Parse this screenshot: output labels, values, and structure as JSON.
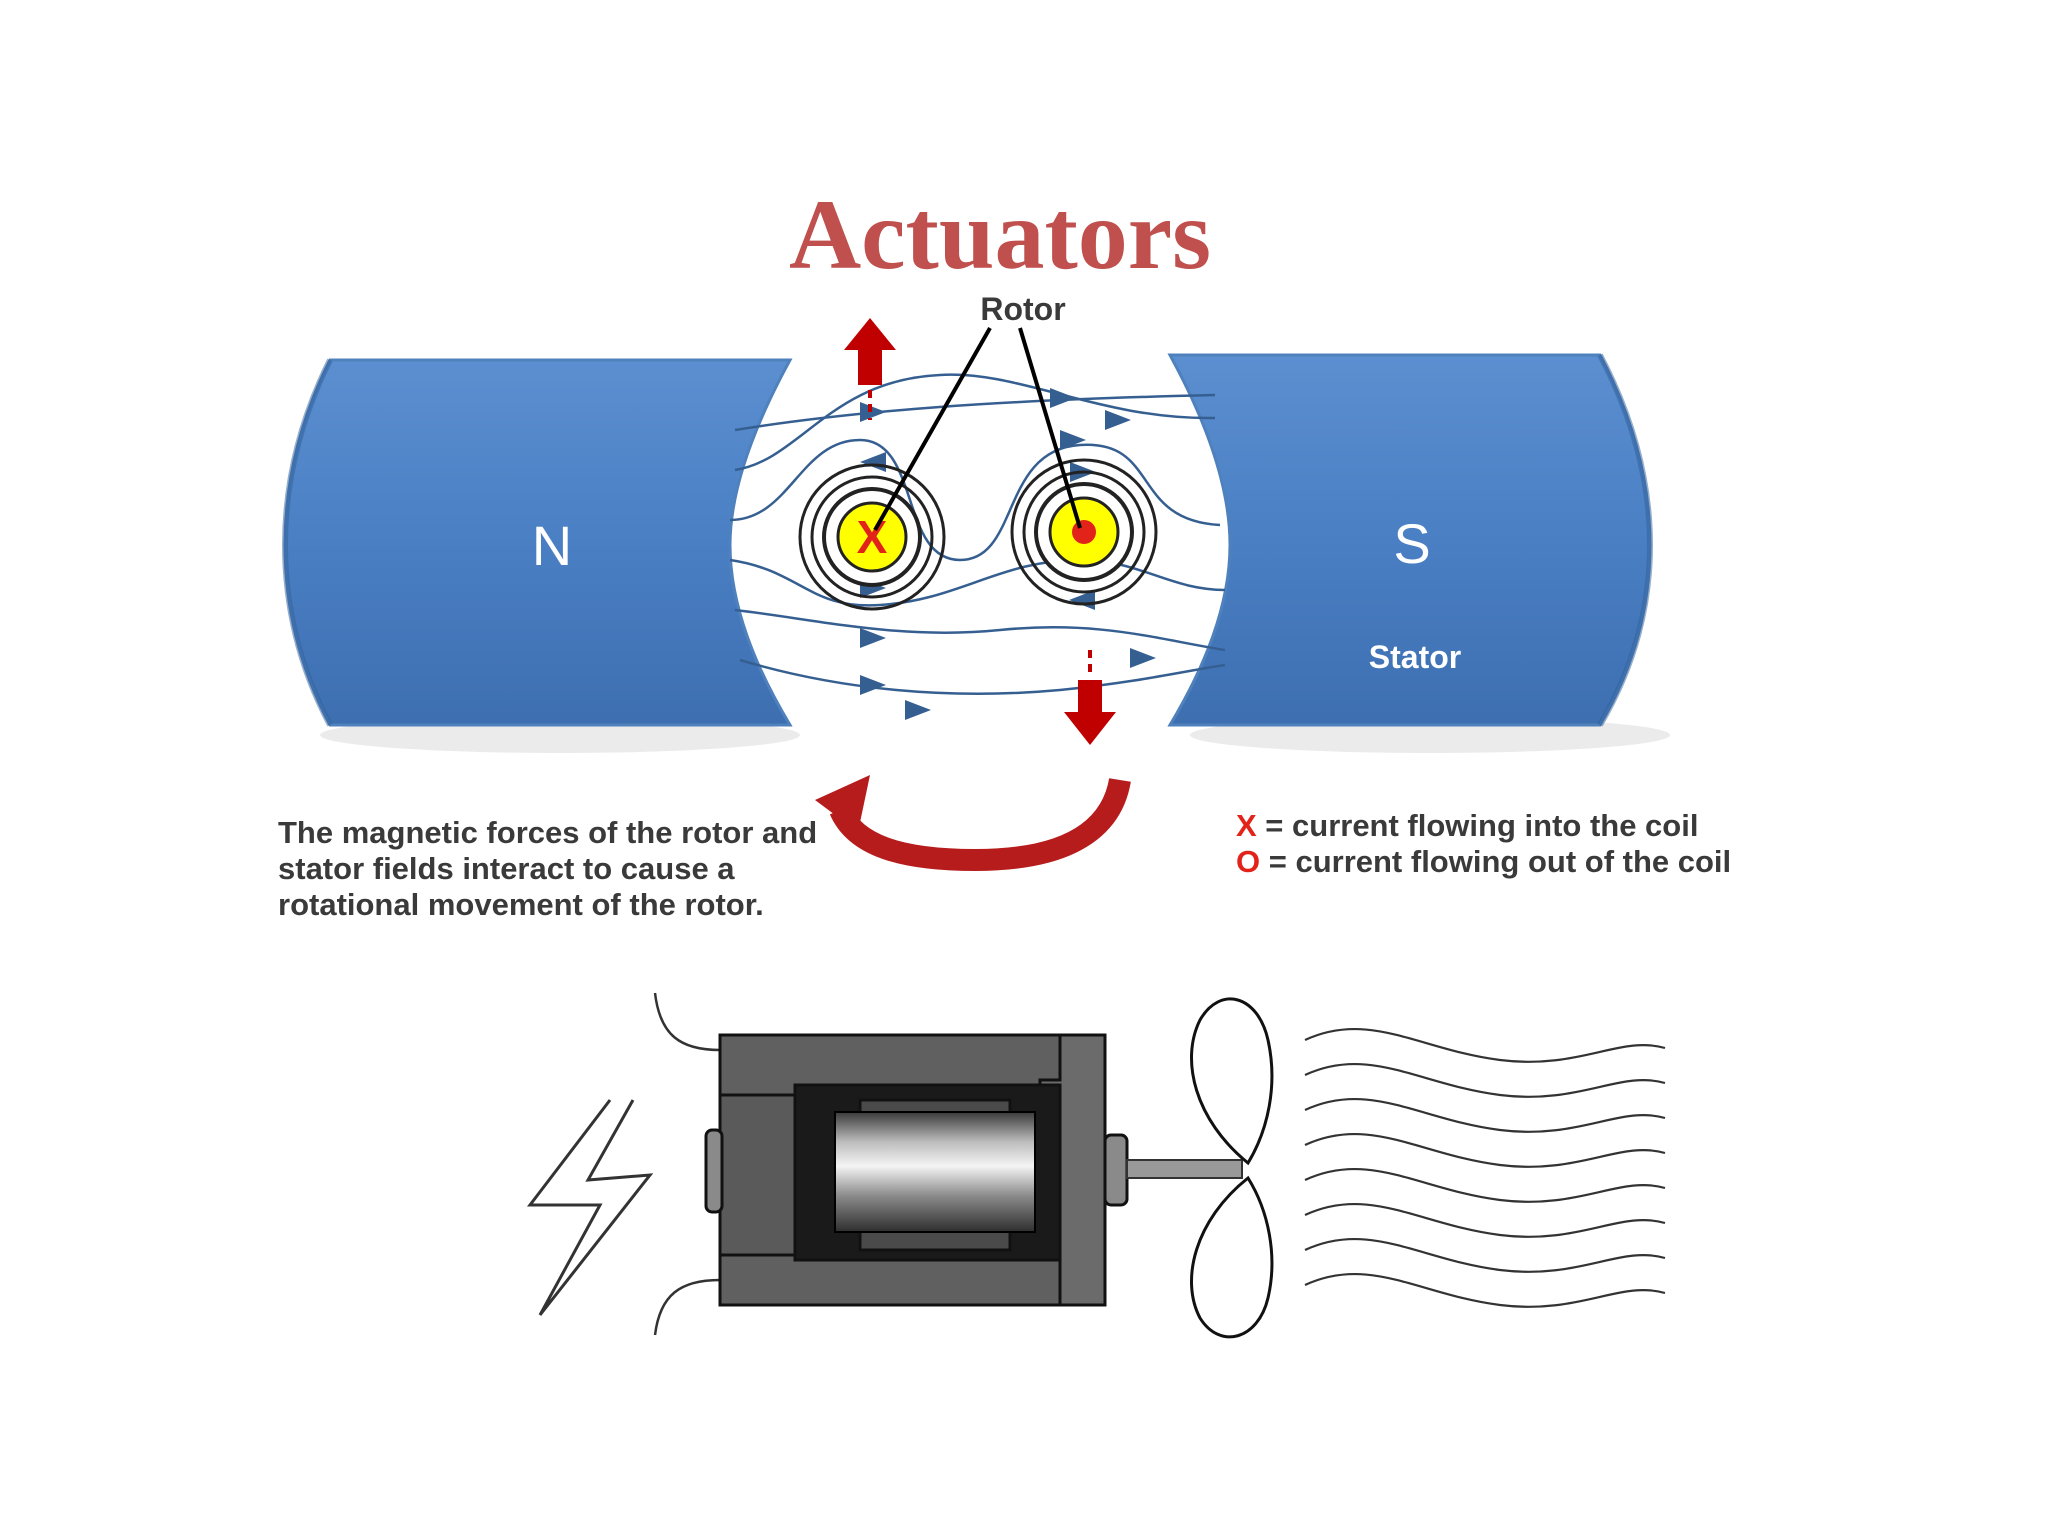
{
  "title": "Actuators",
  "labels": {
    "rotor": "Rotor",
    "north": "N",
    "south": "S",
    "stator": "Stator",
    "coil_in_symbol": "X"
  },
  "caption": "The magnetic forces of the rotor and stator fields interact to cause a rotational movement of the rotor.",
  "legend": [
    {
      "symbol": "X",
      "text": " = current flowing into the coil"
    },
    {
      "symbol": "O",
      "text": " = current flowing out of the coil"
    }
  ],
  "colors": {
    "title": "#c0504d",
    "magnet": "#4f81bd",
    "field_lines": "#365f91",
    "force_arrows": "#c00000",
    "coil": "#ffff00",
    "motor_body": "#555555"
  },
  "icons": [
    "lightning-bolt-icon",
    "propeller-icon",
    "airflow-lines-icon"
  ]
}
